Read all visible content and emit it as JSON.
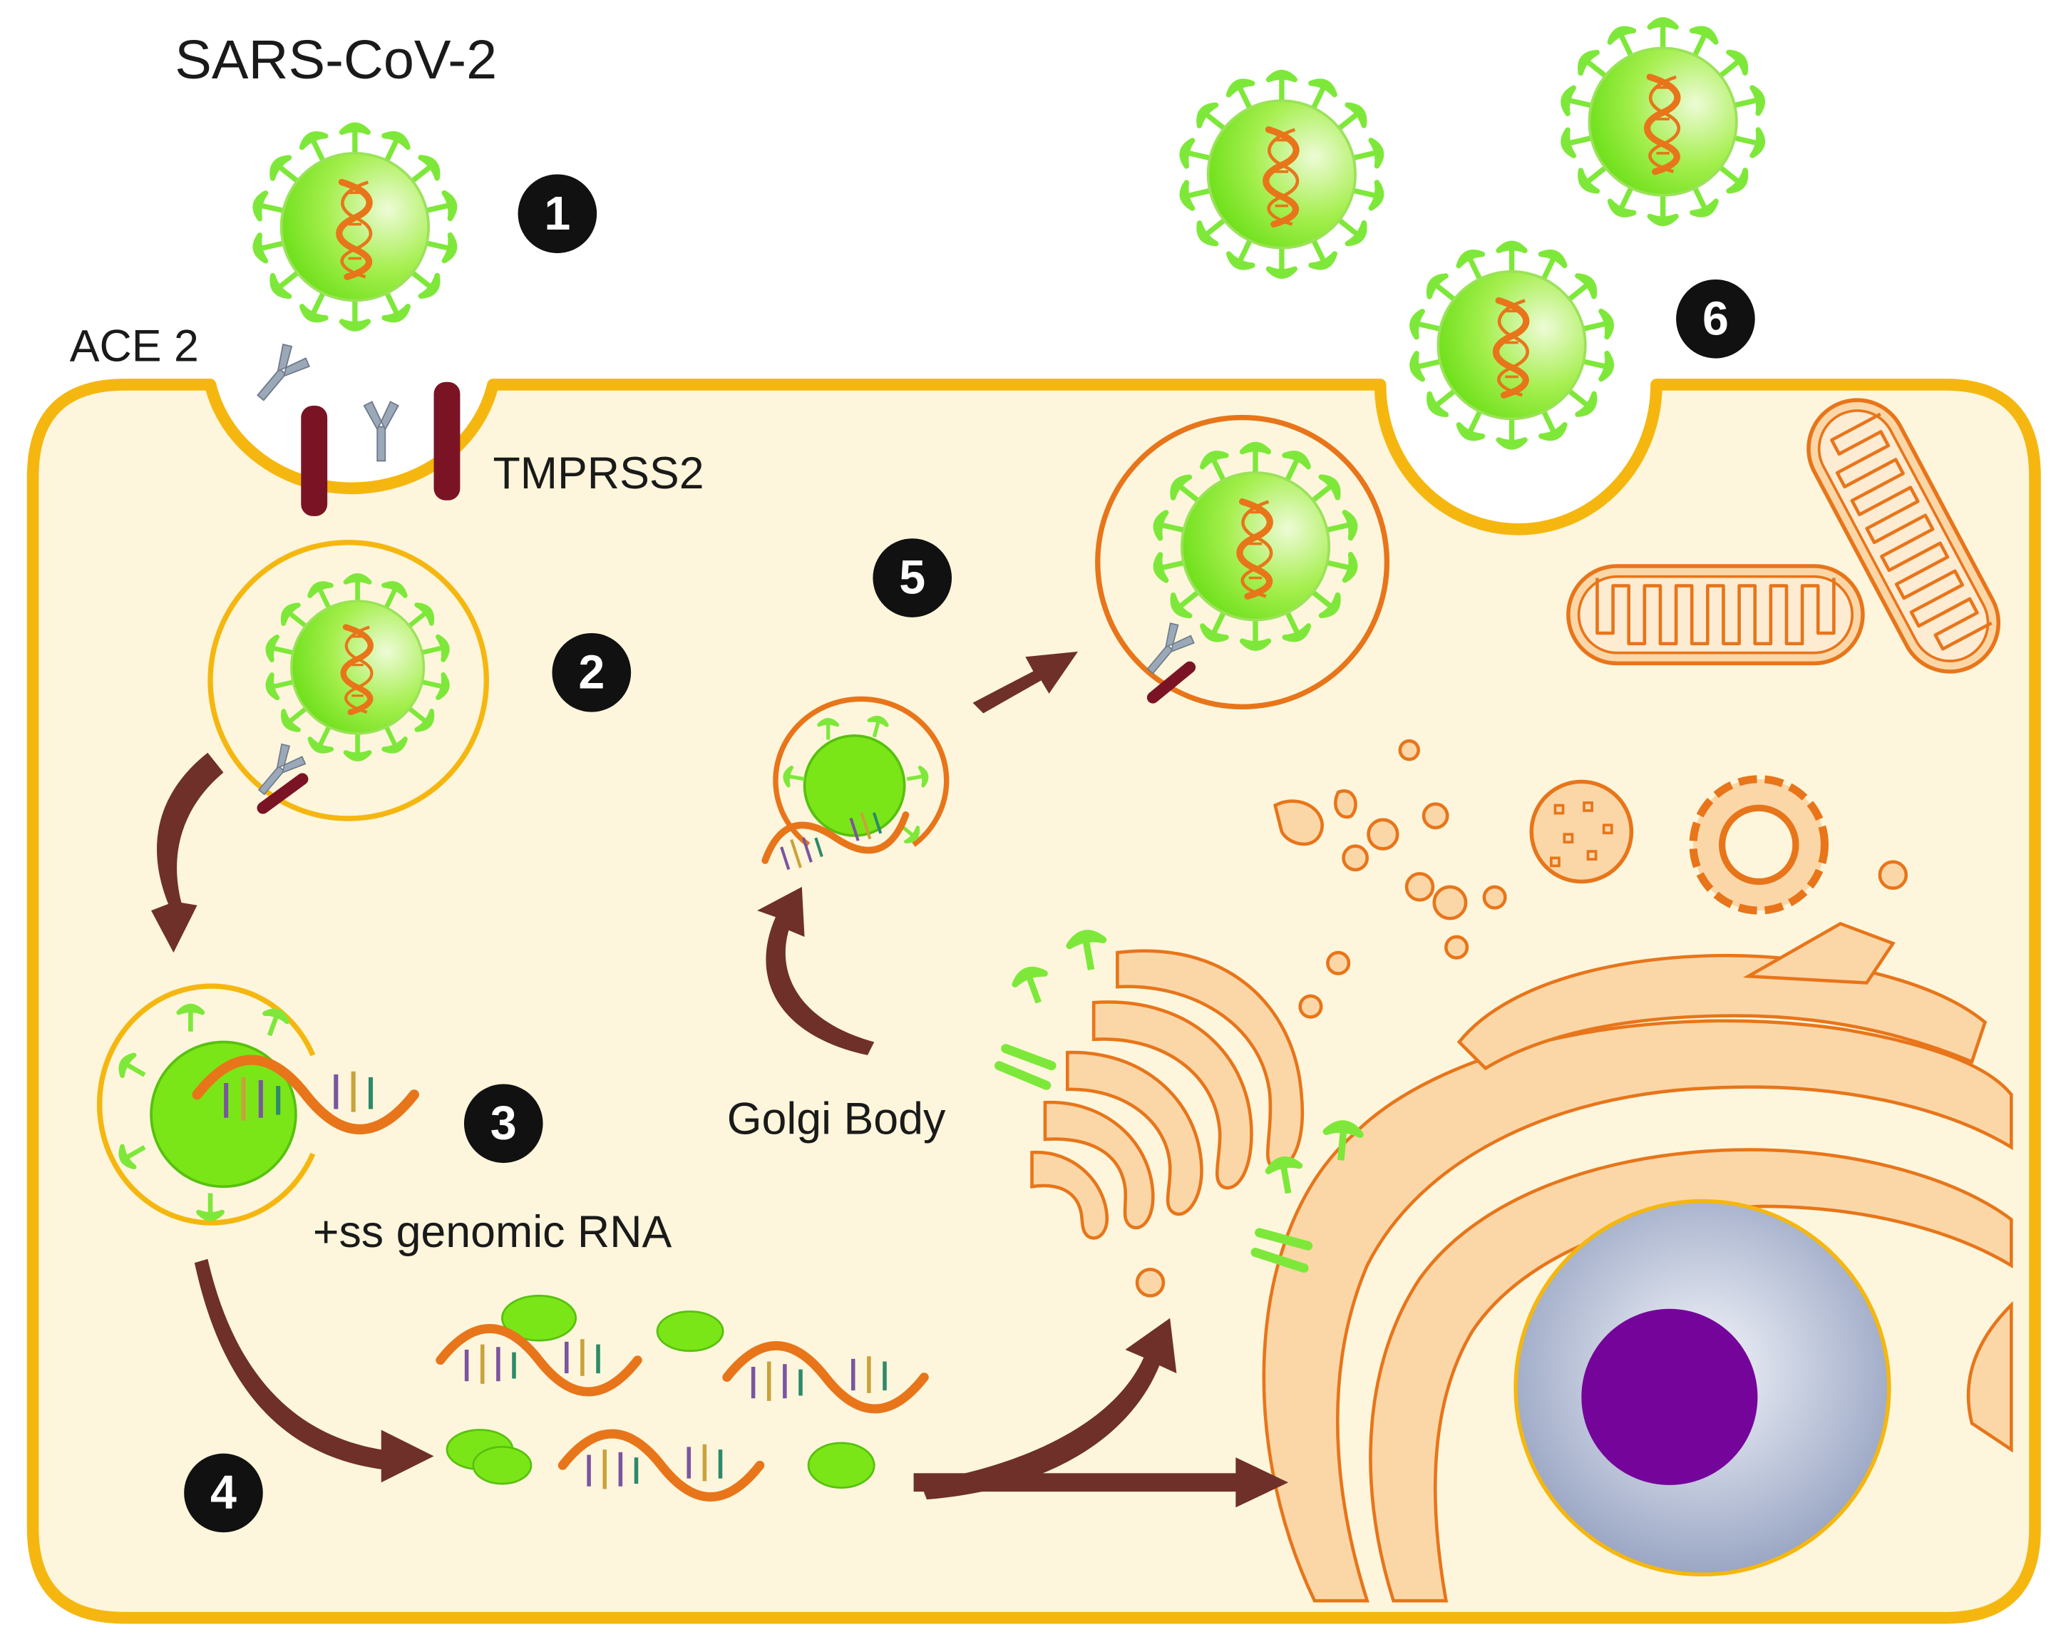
{
  "labels": {
    "virus": "SARS-CoV-2",
    "receptor": "ACE 2",
    "protease": "TMPRSS2",
    "golgi": "Golgi Body",
    "rna": "+ss genomic RNA"
  },
  "steps": [
    "1",
    "2",
    "3",
    "4",
    "5",
    "6"
  ],
  "colors": {
    "cytoplasm": "#fdf6dc",
    "membrane": "#f5b70f",
    "virus_body": "#7be617",
    "spike": "#7ee83a",
    "rna_strand": "#e8751a",
    "organelle_outline": "#e8751a",
    "er_fill": "#fbd7a8",
    "nucleus": "#a8b2cc",
    "nucleolus": "#75049b",
    "arrow": "#6e3028",
    "tmprss2": "#7a1425",
    "ace2": "#9ba8b8",
    "badge": "#111111"
  },
  "icons": [
    "virus-particle-icon",
    "ace2-receptor-icon",
    "tmprss2-protease-icon",
    "mitochondrion-icon",
    "golgi-body-icon",
    "endoplasmic-reticulum-icon",
    "nucleus-icon",
    "ribosome-icon",
    "vesicle-icon",
    "arrow-icon"
  ]
}
